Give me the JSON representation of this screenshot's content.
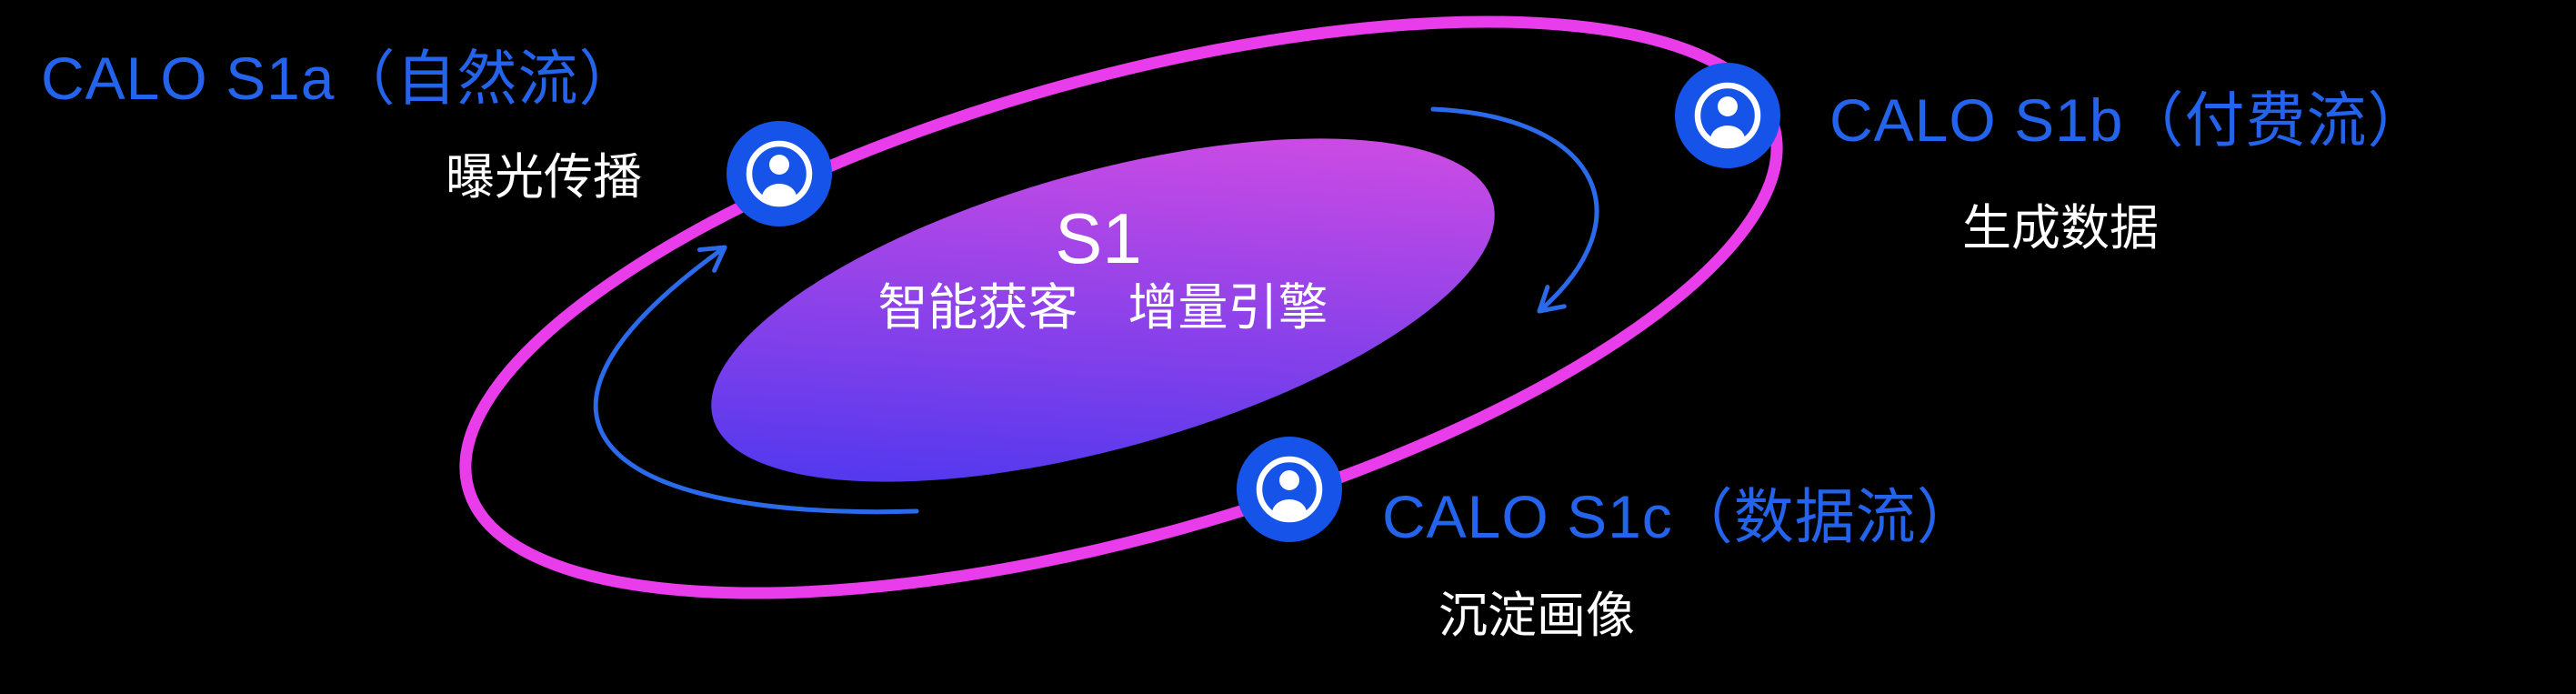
{
  "colors": {
    "bg": "#000000",
    "accent_blue": "#2463ec",
    "ring_magenta": "#e93cea",
    "node_blue": "#1653e8",
    "arrow_blue": "#2b6aea",
    "core_gradient_start": "#3b35f0",
    "core_gradient_end": "#e44fe2",
    "text_white": "#ffffff"
  },
  "center": {
    "title": "S1",
    "subtitle": "智能获客　增量引擎"
  },
  "nodes": [
    {
      "id": "s1a",
      "title": "CALO S1a（自然流）",
      "subtitle": "曝光传播",
      "icon": "user-icon"
    },
    {
      "id": "s1b",
      "title": "CALO S1b（付费流）",
      "subtitle": "生成数据",
      "icon": "user-icon"
    },
    {
      "id": "s1c",
      "title": "CALO S1c（数据流）",
      "subtitle": "沉淀画像",
      "icon": "user-icon"
    }
  ]
}
